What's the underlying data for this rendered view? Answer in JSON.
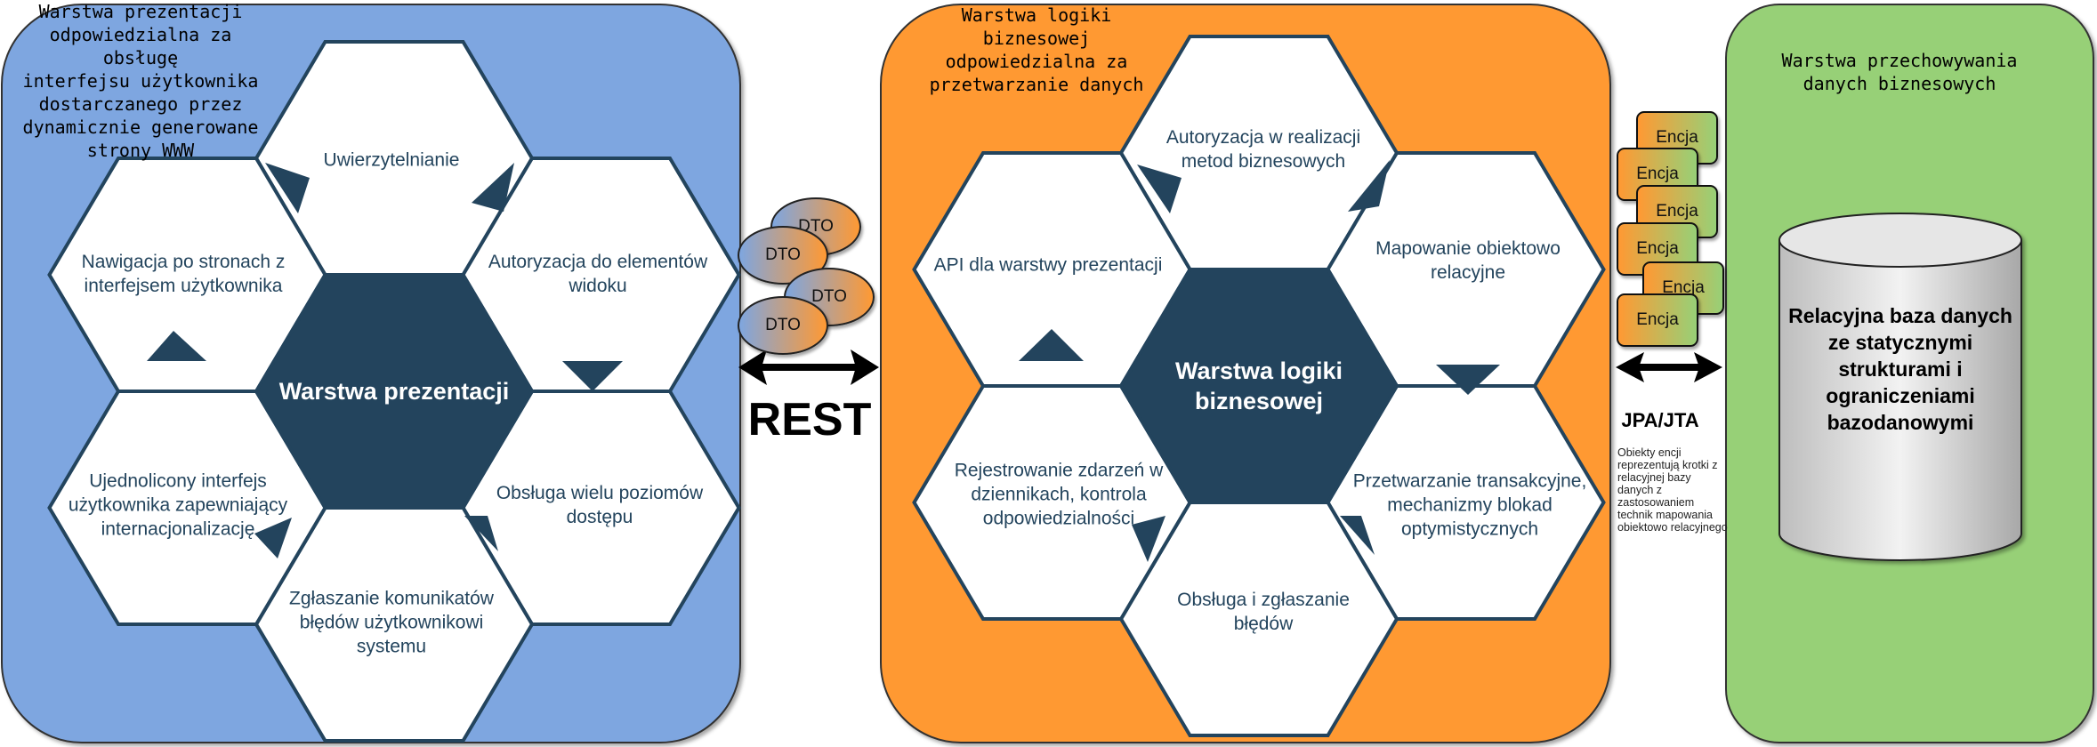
{
  "colors": {
    "presentation": "#7ea6e0",
    "business": "#ff9933",
    "storage": "#97d077",
    "hex_dark": "#23445d"
  },
  "presentation_layer": {
    "description": "Warstwa prezentacji\nodpowiedzialna za obsługę\ninterfejsu użytkownika\ndostarczanego przez\ndynamicznie generowane\nstrony WWW",
    "center": "Warstwa prezentacji",
    "hexes": [
      "Uwierzytelnianie",
      "Autoryzacja do elementów\nwidoku",
      "Obsługa wielu poziomów\ndostępu",
      "Zgłaszanie komunikatów\nbłędów użytkownikowi\nsystemu",
      "Ujednolicony interfejs\nużytkownika zapewniający\ninternacjonalizację",
      "Nawigacja po stronach z\ninterfejsem użytkownika"
    ]
  },
  "rest_connector": {
    "objects": [
      "DTO",
      "DTO",
      "DTO",
      "DTO"
    ],
    "label": "REST"
  },
  "business_layer": {
    "description": "Warstwa logiki\nbiznesowej\nodpowiedzialna za\nprzetwarzanie danych",
    "center": "Warstwa logiki\nbiznesowej",
    "hexes": [
      "Autoryzacja w realizacji\nmetod biznesowych",
      "Mapowanie obiektowo\nrelacyjne",
      "Przetwarzanie transakcyjne,\nmechanizmy blokad\noptymistycznych",
      "Obsługa i zgłaszanie\nbłędów",
      "Rejestrowanie zdarzeń w\ndziennikach, kontrola\nodpowiedzialności",
      "API dla warstwy prezentacji"
    ]
  },
  "jpa_connector": {
    "objects": [
      "Encja",
      "Encja",
      "Encja",
      "Encja",
      "Encja",
      "Encja"
    ],
    "label": "JPA/JTA",
    "note": "Obiekty encji reprezentują krotki z relacyjnej bazy danych z zastosowaniem technik mapowania obiektowo relacyjnego"
  },
  "storage_layer": {
    "description": "Warstwa przechowywania\ndanych biznesowych",
    "database": "Relacyjna baza danych\nze statycznymi\nstrukturami i\nograniczeniami\nbazodanowymi"
  }
}
